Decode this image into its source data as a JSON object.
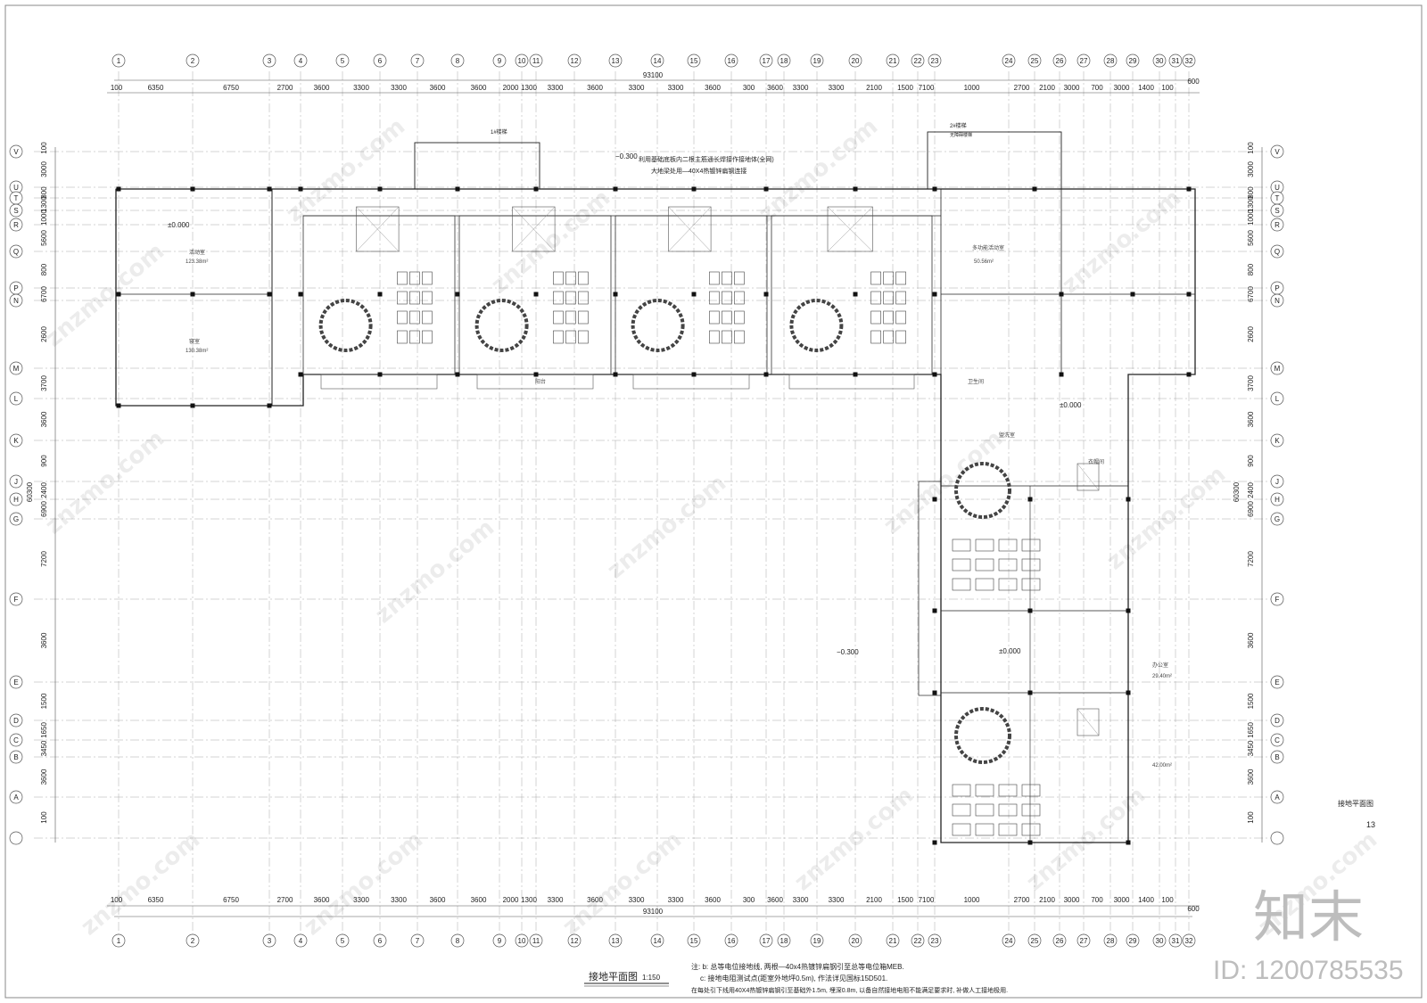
{
  "drawing": {
    "title": "接地平面图",
    "scale": "1:150",
    "side_label": "接地平面图",
    "sheet_no": "13"
  },
  "axes": {
    "top_labels": [
      "1",
      "2",
      "3",
      "4",
      "5",
      "6",
      "7",
      "8",
      "9",
      "10",
      "11",
      "12",
      "13",
      "14",
      "15",
      "16",
      "17",
      "18",
      "19",
      "20",
      "21",
      "22",
      "23",
      "24",
      "25",
      "26",
      "27",
      "28",
      "29",
      "30",
      "31",
      "32"
    ],
    "side_labels": [
      "V",
      "U",
      "T",
      "S",
      "R",
      "Q",
      "P",
      "N",
      "M",
      "L",
      "K",
      "J",
      "H",
      "G",
      "F",
      "E",
      "D",
      "C",
      "B",
      "A"
    ],
    "overall_width": "93100",
    "overall_height": "60300",
    "top_dims": [
      "100",
      "6350",
      "6750",
      "2700",
      "3600",
      "3300",
      "3300",
      "3600",
      "3600",
      "2000",
      "1300",
      "3300",
      "3600",
      "3300",
      "3300",
      "3600",
      "300",
      "3600",
      "3300",
      "3300",
      "2100",
      "1500",
      "7100",
      "1000",
      "2700",
      "2100",
      "3000",
      "700",
      "3000",
      "1400",
      "100"
    ],
    "end_dim": "600",
    "side_dims": [
      "100",
      "3000",
      "800",
      "1300",
      "1000",
      "5600",
      "800",
      "6700",
      "2600",
      "3700",
      "3600",
      "900",
      "2400",
      "6900",
      "7200",
      "3600",
      "1500",
      "1650",
      "3450",
      "3600",
      "100"
    ]
  },
  "annotations": {
    "elev_minus": "−0.300",
    "elev_zero": "±0.000",
    "ground_note_1": "利用基础底板内二根主筋通长焊接作接地体(全网)",
    "ground_note_2": "大地梁处用—40X4热镀锌扁钢连接",
    "stair_1": "1#楼梯",
    "stair_2": "2#楼梯",
    "stair_2_sub": "无障碍楼梯",
    "area_1": "123.38m²",
    "area_2": "130.38m²",
    "area_3": "50.56m²",
    "area_4": "29.40m²",
    "area_5": "42.00m²",
    "room_activity": "活动室",
    "room_sleep": "寝室",
    "room_toilet": "卫生间",
    "room_wash": "盥洗室",
    "room_store": "衣帽间",
    "room_multi": "多功能活动室",
    "room_office": "办公室",
    "room_balcony": "阳台"
  },
  "notes": [
    "注: b: 总等电位接地线, 两根—40x4热镀锌扁钢引至总等电位箱MEB.",
    "c: 接地电阻测试点(距室外地坪0.5m), 作法详见国标15D501.",
    "在每处引下线用40X4热镀锌扁钢引至基础外1.5m, 埋深0.8m, 以备自然接地电阻不能满足要求时, 补做人工接地极用."
  ],
  "watermark": {
    "site": "znzmo.com",
    "brand": "知末",
    "id": "ID: 1200785535"
  },
  "colors": {
    "line": "#222222",
    "grid": "#9a9a9a",
    "watermark": "#bdbdbd"
  }
}
